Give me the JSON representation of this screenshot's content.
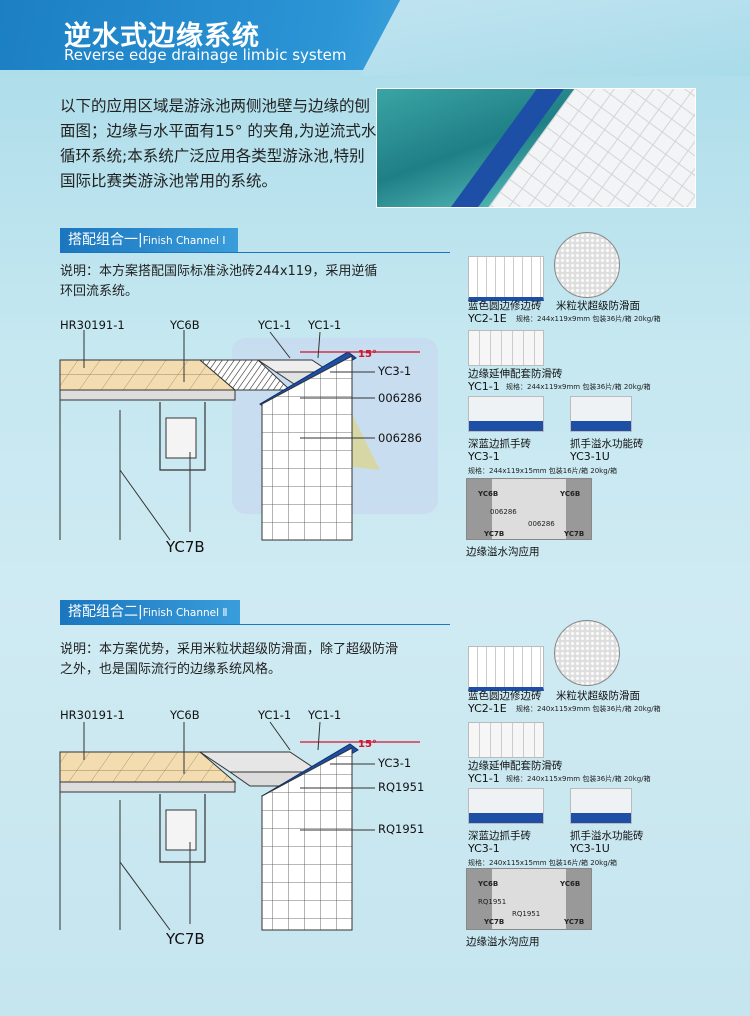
{
  "header": {
    "title_cn": "逆水式边缘系统",
    "title_en": "Reverse edge drainage  limbic system"
  },
  "intro": "以下的应用区域是游泳池两侧池壁与边缘的刨面图；边缘与水平面有15°  的夹角,为逆流式水循环系统;本系统广泛应用各类型游泳池,特别国际比赛类游泳池常用的系统。",
  "section1": {
    "tab_cn": "搭配组合一",
    "tab_en": "Finish Channel Ⅰ",
    "description": "说明：本方案搭配国际标准泳池砖244x119，采用逆循环回流系统。",
    "labels": {
      "hr": "HR30191-1",
      "yc6b": "YC6B",
      "yc1a": "YC1-1",
      "yc1b": "YC1-1",
      "angle": "15°",
      "yc3": "YC3-1",
      "t1": "006286",
      "t2": "006286",
      "yc7b": "YC7B"
    },
    "products": {
      "p1_name": "蓝色圆边修边砖",
      "p2_name": "米粒状超级防滑面",
      "p1_code": "YC2-1E",
      "p1_spec": "规格：244x119x9mm  包装36片/箱  20kg/箱",
      "p3_name": "边缘延伸配套防滑砖",
      "p3_code": "YC1-1",
      "p3_spec": "规格：244x119x9mm  包装36片/箱  20kg/箱",
      "p4_name": "深蓝边抓手砖",
      "p4_code": "YC3-1",
      "p5_name": "抓手溢水功能砖",
      "p5_code": "YC3-1U",
      "p45_spec": "规格：244x119x15mm  包装16片/箱  20kg/箱",
      "channel_l": "YC6B",
      "channel_r": "YC6B",
      "channel_t1": "006286",
      "channel_t2": "006286",
      "channel_b1": "YC7B",
      "channel_b2": "YC7B",
      "channel_caption": "边缘溢水沟应用"
    }
  },
  "section2": {
    "tab_cn": "搭配组合二",
    "tab_en": "Finish Channel Ⅱ",
    "description": "说明：本方案优势，采用米粒状超级防滑面，除了超级防滑之外，也是国际流行的边缘系统风格。",
    "labels": {
      "hr": "HR30191-1",
      "yc6b": "YC6B",
      "yc1a": "YC1-1",
      "yc1b": "YC1-1",
      "angle": "15°",
      "yc3": "YC3-1",
      "t1": "RQ1951",
      "t2": "RQ1951",
      "yc7b": "YC7B"
    },
    "products": {
      "p1_name": "蓝色圆边修边砖",
      "p2_name": "米粒状超级防滑面",
      "p1_code": "YC2-1E",
      "p1_spec": "规格：240x115x9mm  包装36片/箱  20kg/箱",
      "p3_name": "边缘延伸配套防滑砖",
      "p3_code": "YC1-1",
      "p3_spec": "规格：240x115x9mm  包装36片/箱  20kg/箱",
      "p4_name": "深蓝边抓手砖",
      "p4_code": "YC3-1",
      "p5_name": "抓手溢水功能砖",
      "p5_code": "YC3-1U",
      "p45_spec": "规格：240x115x15mm  包装16片/箱  20kg/箱",
      "channel_l": "YC6B",
      "channel_r": "YC6B",
      "channel_t1": "RQ1951",
      "channel_t2": "RQ1951",
      "channel_b1": "YC7B",
      "channel_b2": "YC7B",
      "channel_caption": "边缘溢水沟应用"
    }
  },
  "colors": {
    "accent_blue": "#1a76be",
    "edge_blue": "#1d4fa6",
    "angle_red": "#d0142c",
    "deck_tile": "#f3ddb0"
  }
}
